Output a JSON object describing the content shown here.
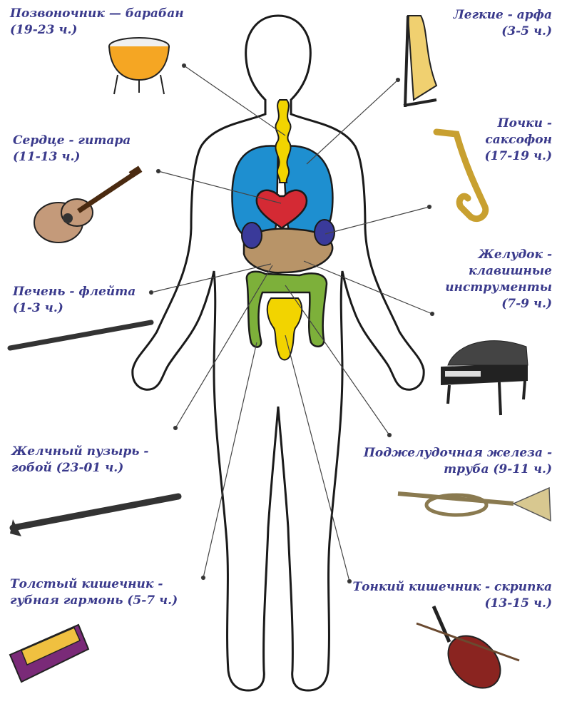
{
  "colors": {
    "text": "#3a3a8c",
    "spine": "#f2d400",
    "lungs": "#1e8fd0",
    "heart": "#d42a34",
    "kidneys": "#3a3a9a",
    "liver": "#b89468",
    "intestine": "#7db03a"
  },
  "labels": {
    "spine": {
      "line1": "Позвоночник — барабан",
      "line2": "(19-23 ч.)"
    },
    "heart": {
      "line1": "Сердце - гитара",
      "line2": "(11-13 ч.)"
    },
    "liver": {
      "line1": "Печень - флейта",
      "line2": "(1-3 ч.)"
    },
    "gallbladder": {
      "line1": "Желчный пузырь -",
      "line2": "гобой (23-01 ч.)"
    },
    "colon": {
      "line1": "Толстый кишечник -",
      "line2": "губная гармонь (5-7 ч.)"
    },
    "lungs": {
      "line1": "Легкие - арфа",
      "line2": "(3-5 ч.)"
    },
    "kidneys": {
      "line1": "Почки -",
      "line2": "саксофон",
      "line3": "(17-19 ч.)"
    },
    "stomach": {
      "line1": "Желудок -",
      "line2": "клавишные",
      "line3": "инструменты",
      "line4": "(7-9 ч.)"
    },
    "pancreas": {
      "line1": "Поджелудочная железа -",
      "line2": "труба (9-11 ч.)"
    },
    "small_intestine": {
      "line1": "Тонкий кишечник - скрипка",
      "line2": "(13-15 ч.)"
    }
  },
  "icons": [
    "drum-icon",
    "guitar-icon",
    "flute-icon",
    "oboe-icon",
    "harmonica-icon",
    "harp-icon",
    "saxophone-icon",
    "piano-icon",
    "trumpet-icon",
    "violin-icon"
  ]
}
